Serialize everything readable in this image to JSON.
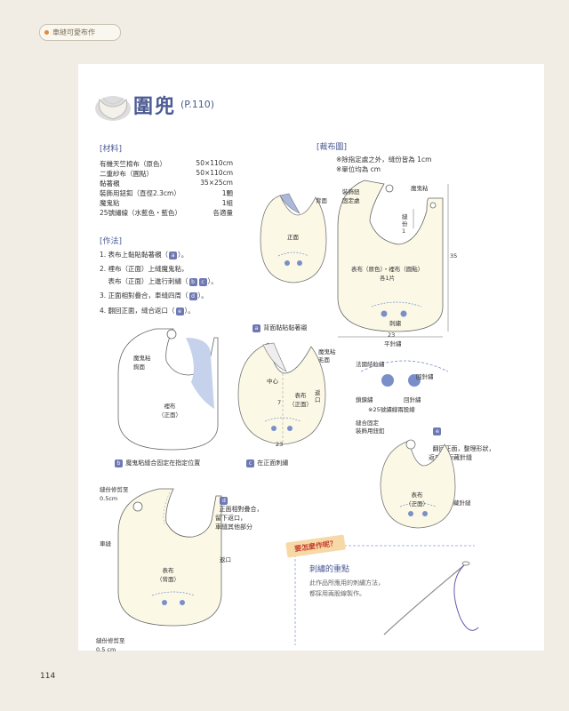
{
  "header_tag": "車縫可愛布作",
  "title": "圍兜",
  "title_ref": "(P.110)",
  "materials": {
    "heading": "[材料]",
    "items": [
      {
        "name": "有機天竺棉布（原色）",
        "qty": "50×110cm"
      },
      {
        "name": "二重紗布（圓點）",
        "qty": "50×110cm"
      },
      {
        "name": "黏著襯",
        "qty": "35×25cm"
      },
      {
        "name": "裝飾用鈕釦（直徑2.3cm）",
        "qty": "1顆"
      },
      {
        "name": "魔鬼粘",
        "qty": "1組"
      },
      {
        "name": "25號繡線（水藍色・藍色）",
        "qty": "各適量"
      }
    ]
  },
  "method": {
    "heading": "[作法]",
    "steps": [
      {
        "text": "1. 表布上黏貼黏著襯（",
        "badges": [
          "a"
        ],
        "tail": "）。"
      },
      {
        "text": "2. 裡布（正面）上縫魔鬼粘，",
        "badges": [],
        "tail": ""
      },
      {
        "text": "    表布（正面）上進行刺繡（",
        "badges": [
          "b",
          "c"
        ],
        "tail": "）。"
      },
      {
        "text": "3. 正面相對疊合，車縫四周（",
        "badges": [
          "d"
        ],
        "tail": "）。"
      },
      {
        "text": "4. 翻回正面，縫合返口（",
        "badges": [
          "e"
        ],
        "tail": "）。"
      }
    ]
  },
  "cutting": {
    "heading": "[裁布圖]",
    "note1": "※除指定處之外，縫份皆為 1cm",
    "note2": "※單位均為 cm",
    "labels": {
      "button_pos": "裝飾鈕\n固定處",
      "velcro": "魔鬼粘",
      "seam": "縫\n份\n1",
      "back": "背面",
      "front": "正面",
      "fabric": "表布（原色）・裡布（圓點）\n各1片",
      "embroidery": "刺繡",
      "dim_h": "35",
      "dim_w": "23"
    }
  },
  "diagram_a": {
    "badge": "a",
    "caption": "背面黏貼黏著襯",
    "center": "中心",
    "velcro_face": "魔鬼粘\n毛面",
    "outer": "表布\n（正面）",
    "opening": "返\n口",
    "d7": "7",
    "d23": "23"
  },
  "diagram_b": {
    "badge": "b",
    "caption": "魔鬼粘縫合固定在指定位置",
    "velcro_hook": "魔鬼粘\n鉤面",
    "lining": "裡布\n（正面）"
  },
  "diagram_c": {
    "badge": "c",
    "caption": "在正面刺繡",
    "flat_stitch": "平針繡",
    "french_knot": "法國結粒繡",
    "back_stitch": "回針繡",
    "chain_stitch": "鎖鍊繡",
    "back_stitch2": "回針繡",
    "thread_note": "※25號繡線兩股線"
  },
  "diagram_d": {
    "badge": "d",
    "caption": "正面相對疊合，\n留下返口，\n車縫其他部分",
    "trim_top": "縫份修剪至\n0.5cm",
    "stitch": "車縫",
    "outer_back": "表布\n（背面）",
    "opening": "返口",
    "trim_bottom": "縫份修剪至\n0.5 cm"
  },
  "diagram_e": {
    "badge": "e",
    "caption": "翻回正面，整理形狀，\n返口進行藏針縫",
    "button_note": "縫合固定\n裝飾用鈕釦",
    "outer": "表布\n（正面）",
    "blind": "藏針縫"
  },
  "note": {
    "heading": "要怎麼作呢？",
    "sub": "刺繡的重點",
    "body": "此作品所應用的刺繡方法，\n都採用兩股線製作。"
  },
  "page_number": "114",
  "colors": {
    "accent": "#4b5a93",
    "badge": "#6e78b3",
    "fabric": "#fbf8e6",
    "dots": "#a9b8dc"
  }
}
